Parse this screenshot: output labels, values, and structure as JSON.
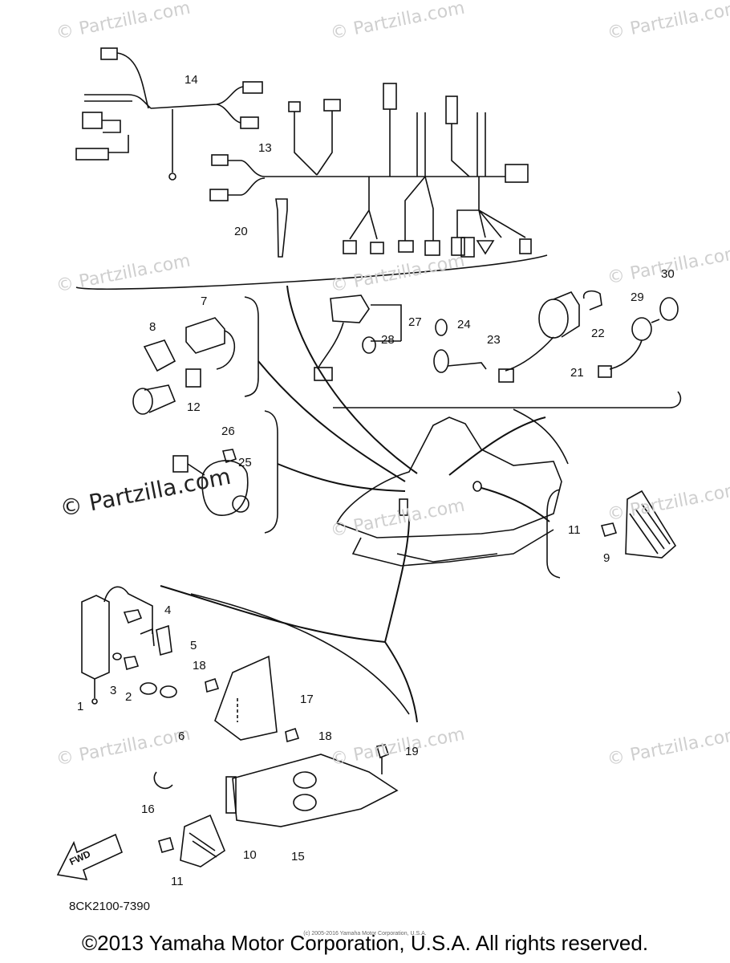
{
  "watermark": "© Partzilla.com",
  "parts": [
    {
      "id": "p1",
      "label": "1"
    },
    {
      "id": "p2",
      "label": "2"
    },
    {
      "id": "p3",
      "label": "3"
    },
    {
      "id": "p4",
      "label": "4"
    },
    {
      "id": "p5",
      "label": "5"
    },
    {
      "id": "p6",
      "label": "6"
    },
    {
      "id": "p7",
      "label": "7"
    },
    {
      "id": "p8",
      "label": "8"
    },
    {
      "id": "p9",
      "label": "9"
    },
    {
      "id": "p10",
      "label": "10"
    },
    {
      "id": "p11a",
      "label": "11"
    },
    {
      "id": "p11b",
      "label": "11"
    },
    {
      "id": "p12",
      "label": "12"
    },
    {
      "id": "p13",
      "label": "13"
    },
    {
      "id": "p14",
      "label": "14"
    },
    {
      "id": "p15",
      "label": "15"
    },
    {
      "id": "p16",
      "label": "16"
    },
    {
      "id": "p17",
      "label": "17"
    },
    {
      "id": "p18a",
      "label": "18"
    },
    {
      "id": "p18b",
      "label": "18"
    },
    {
      "id": "p19",
      "label": "19"
    },
    {
      "id": "p20",
      "label": "20"
    },
    {
      "id": "p21",
      "label": "21"
    },
    {
      "id": "p22",
      "label": "22"
    },
    {
      "id": "p23",
      "label": "23"
    },
    {
      "id": "p24",
      "label": "24"
    },
    {
      "id": "p25",
      "label": "25"
    },
    {
      "id": "p26",
      "label": "26"
    },
    {
      "id": "p27",
      "label": "27"
    },
    {
      "id": "p28",
      "label": "28"
    },
    {
      "id": "p29",
      "label": "29"
    },
    {
      "id": "p30",
      "label": "30"
    }
  ],
  "fwd": "FWD",
  "diagram_code": "8CK2100-7390",
  "small_copyright": "(c) 2005-2016 Yamaha Motor Corporation, U.S.A.",
  "copyright": "©2013 Yamaha Motor Corporation, U.S.A. All rights reserved."
}
